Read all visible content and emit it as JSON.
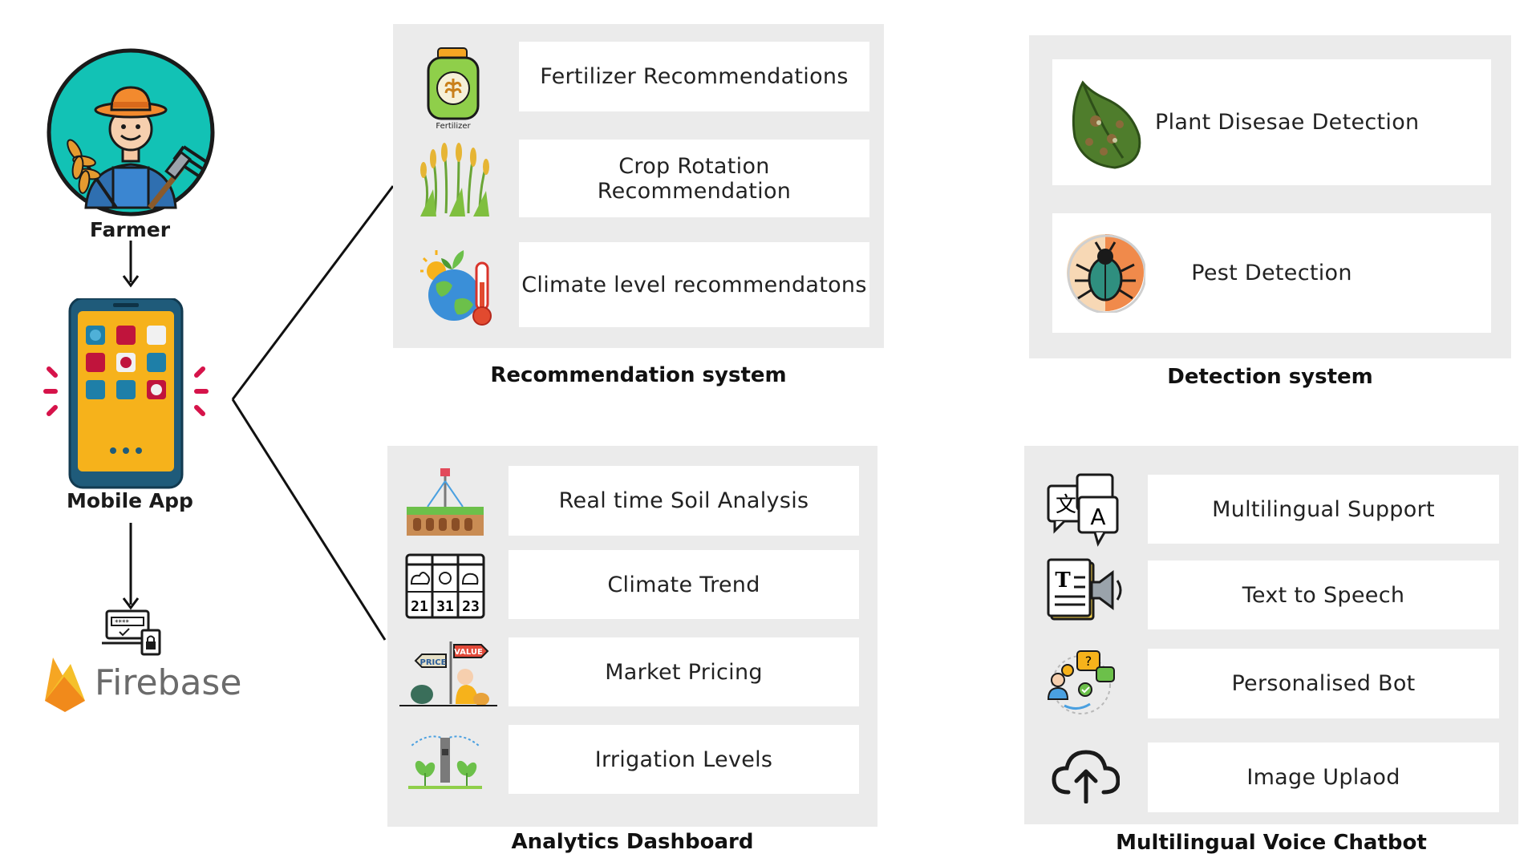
{
  "left": {
    "farmer_label": "Farmer",
    "mobile_label": "Mobile App",
    "firebase_label": "Firebase"
  },
  "recommendation": {
    "caption": "Recommendation system",
    "items": [
      {
        "label": "Fertilizer Recommendations",
        "icon": "fertilizer-bag-icon",
        "icon_text": "Fertilizer"
      },
      {
        "label": "Crop Rotation Recommendation",
        "icon": "wheat-crop-icon"
      },
      {
        "label": "Climate level recommendatons",
        "icon": "globe-thermometer-icon"
      }
    ]
  },
  "detection": {
    "caption": "Detection  system",
    "items": [
      {
        "label": "Plant Disesae Detection",
        "icon": "diseased-leaf-icon"
      },
      {
        "label": "Pest Detection",
        "icon": "beetle-icon"
      }
    ]
  },
  "analytics": {
    "caption": "Analytics Dashboard",
    "items": [
      {
        "label": "Real time Soil Analysis",
        "icon": "soil-sensor-icon"
      },
      {
        "label": "Climate Trend",
        "icon": "weather-calendar-icon",
        "icon_text": [
          "21",
          "31",
          "23"
        ]
      },
      {
        "label": "Market Pricing",
        "icon": "market-price-icon",
        "icon_text": [
          "PRICE",
          "VALUE"
        ]
      },
      {
        "label": "Irrigation Levels",
        "icon": "sprinkler-icon"
      }
    ]
  },
  "chatbot": {
    "caption": "Multilingual Voice Chatbot",
    "items": [
      {
        "label": "Multilingual Support",
        "icon": "translate-icon"
      },
      {
        "label": "Text to Speech",
        "icon": "text-speech-icon"
      },
      {
        "label": "Personalised Bot",
        "icon": "chat-people-icon"
      },
      {
        "label": "Image Uplaod",
        "icon": "cloud-upload-icon"
      }
    ]
  },
  "colors": {
    "panel": "#ebebeb",
    "farmer_circle": "#12c2b5",
    "phone_screen": "#f6b21b",
    "phone_body": "#1f5b7a",
    "firebase_flame": "#f6a623"
  }
}
